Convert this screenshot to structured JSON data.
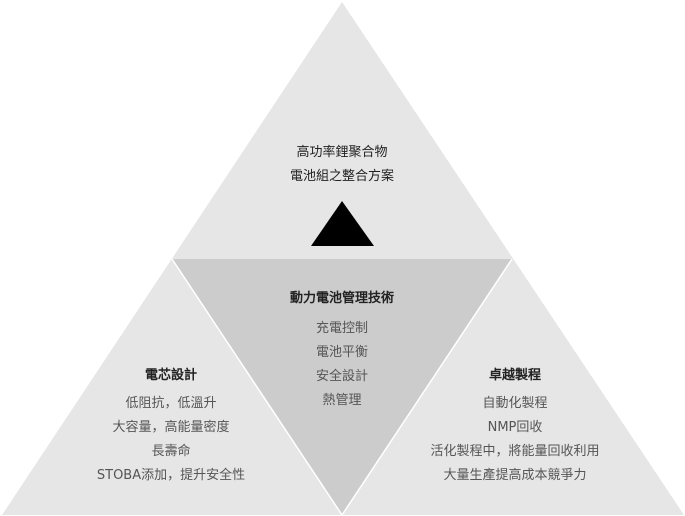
{
  "top": {
    "lines": [
      "高功率鋰聚合物",
      "電池組之整合方案"
    ]
  },
  "center": {
    "title": "動力電池管理技術",
    "items": [
      "充電控制",
      "電池平衡",
      "安全設計",
      "熱管理"
    ]
  },
  "left": {
    "title": "電芯設計",
    "items": [
      "低阻抗，低溫升",
      "大容量，高能量密度",
      "長壽命",
      "STOBA添加，提升安全性"
    ]
  },
  "right": {
    "title": "卓越製程",
    "items": [
      "自動化製程",
      "NMP回收",
      "活化製程中，將能量回收利用",
      "大量生產提高成本競爭力"
    ]
  },
  "colors": {
    "outer_triangle": "#e6e6e6",
    "inner_triangle": "#cccccc",
    "arrow": "#000000",
    "title_text": "#222222",
    "item_text": "#555555"
  }
}
